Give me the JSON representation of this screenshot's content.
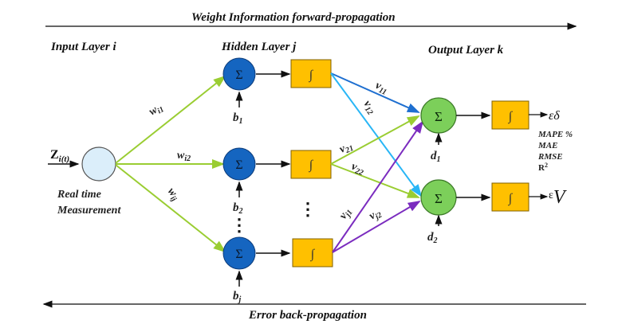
{
  "top_arrow": {
    "label": "Weight Information forward-propagation"
  },
  "bottom_arrow": {
    "label": "Error back-propagation"
  },
  "layers": {
    "input": "Input Layer i",
    "hidden": "Hidden Layer j",
    "output": "Output Layer k"
  },
  "input_node": {
    "signal": "Z",
    "signal_sub": "i(t)",
    "caption_line1": "Real time",
    "caption_line2": "Measurement"
  },
  "input_weights": [
    {
      "base": "w",
      "sub": "i1"
    },
    {
      "base": "w",
      "sub": "i2"
    },
    {
      "base": "w",
      "sub": "ij"
    }
  ],
  "hidden_nodes": [
    {
      "sum_symbol": "Σ",
      "act_symbol": "∫",
      "bias": "b",
      "bias_sub": "1"
    },
    {
      "sum_symbol": "Σ",
      "act_symbol": "∫",
      "bias": "b",
      "bias_sub": "2"
    },
    {
      "sum_symbol": "Σ",
      "act_symbol": "∫",
      "bias": "b",
      "bias_sub": "j"
    }
  ],
  "ellipsis": "⋮",
  "output_weights": [
    {
      "base": "v",
      "sub": "11"
    },
    {
      "base": "v",
      "sub": "12"
    },
    {
      "base": "v",
      "sub": "21"
    },
    {
      "base": "v",
      "sub": "22"
    },
    {
      "base": "v",
      "sub": "j1"
    },
    {
      "base": "v",
      "sub": "j2"
    }
  ],
  "output_nodes": [
    {
      "sum_symbol": "Σ",
      "act_symbol": "∫",
      "bias": "d",
      "bias_sub": "1",
      "output": "εδ"
    },
    {
      "sum_symbol": "Σ",
      "act_symbol": "∫",
      "bias": "d",
      "bias_sub": "2",
      "output_eps": "ε",
      "output_var": "V"
    }
  ],
  "metrics": [
    "MAPE %",
    "MAE",
    "RMSE",
    "R"
  ],
  "metric_sup": "2",
  "colors": {
    "input_weight": "#9acd32",
    "hidden_node": "#1565c0",
    "activation": "#ffc000",
    "output_node": "#7ccf5a",
    "v1": "#1e6fd0",
    "v12": "#29b6f6",
    "v2": "#9acd32",
    "vj": "#7b2cbf"
  }
}
